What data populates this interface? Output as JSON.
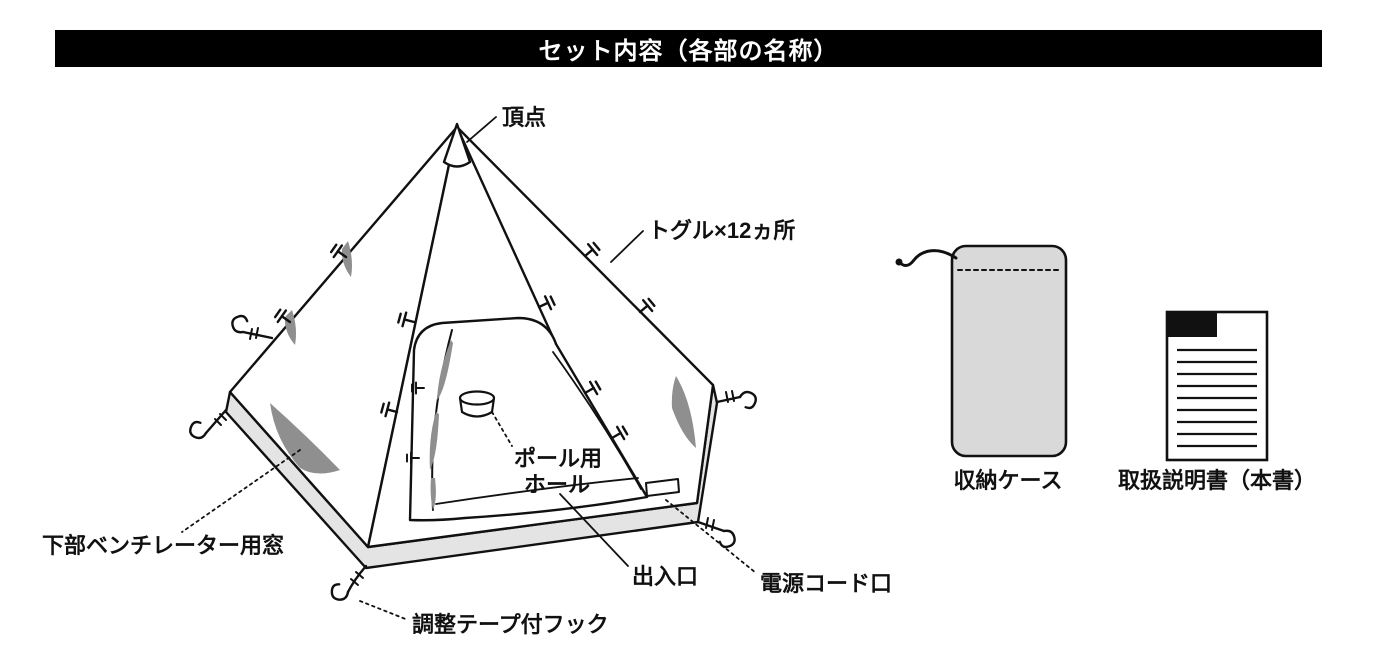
{
  "header": {
    "title": "セット内容（各部の名称）"
  },
  "tent_labels": {
    "apex": "頂点",
    "toggles": "トグル×12ヵ所",
    "pole_hole_line1": "ポール用",
    "pole_hole_line2": "ホール",
    "lower_vent_window": "下部ベンチレーター用窓",
    "entrance": "出入口",
    "power_cord_port": "電源コード口",
    "adjust_hook": "調整テープ付フック"
  },
  "accessories": {
    "storage_case_label": "収納ケース",
    "manual_label": "取扱説明書（本書）"
  },
  "colors": {
    "header_bg": "#000000",
    "header_text": "#ffffff",
    "line": "#111111",
    "skirt": "#e4e4e4",
    "patch": "#8f8f8f",
    "bag": "#d9d9d9",
    "paper": "#ffffff"
  }
}
